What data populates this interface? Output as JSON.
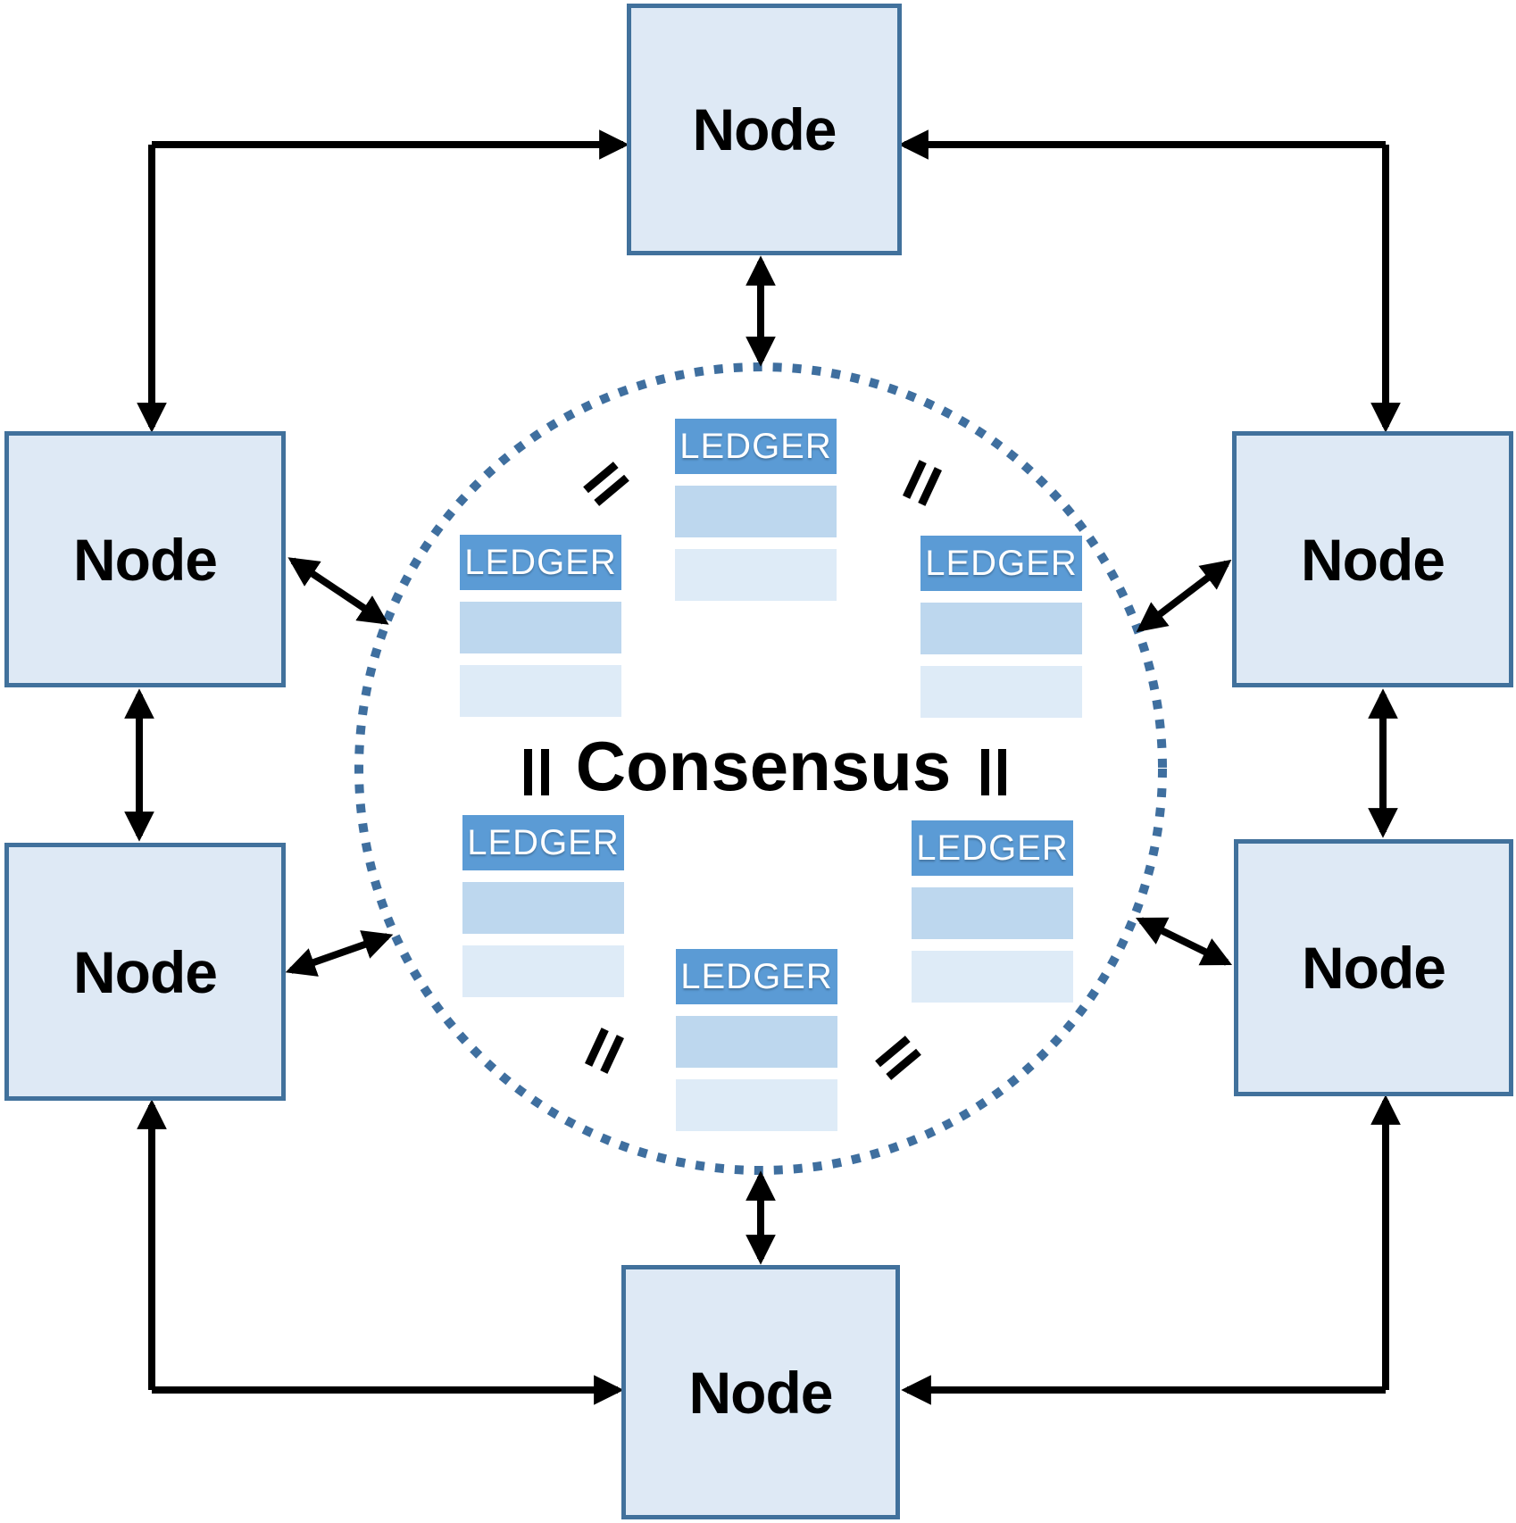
{
  "diagram": {
    "center_label": "Consensus"
  },
  "nodes": [
    {
      "id": "top",
      "label": "Node"
    },
    {
      "id": "upper-left",
      "label": "Node"
    },
    {
      "id": "upper-right",
      "label": "Node"
    },
    {
      "id": "lower-left",
      "label": "Node"
    },
    {
      "id": "lower-right",
      "label": "Node"
    },
    {
      "id": "bottom",
      "label": "Node"
    }
  ],
  "ledgers": [
    {
      "id": "top",
      "label": "LEDGER"
    },
    {
      "id": "upper-left",
      "label": "LEDGER"
    },
    {
      "id": "upper-right",
      "label": "LEDGER"
    },
    {
      "id": "lower-left",
      "label": "LEDGER"
    },
    {
      "id": "lower-right",
      "label": "LEDGER"
    },
    {
      "id": "bottom",
      "label": "LEDGER"
    }
  ],
  "colors": {
    "node_fill": "#DEE9F5",
    "node_border": "#41719C",
    "ledger_header": "#5B9BD5",
    "ledger_row_medium": "#BDD7EE",
    "ledger_row_light": "#DEEBF7",
    "circle_dot": "#3F6F9F",
    "arrow": "#000000",
    "label_text": "#000000"
  }
}
